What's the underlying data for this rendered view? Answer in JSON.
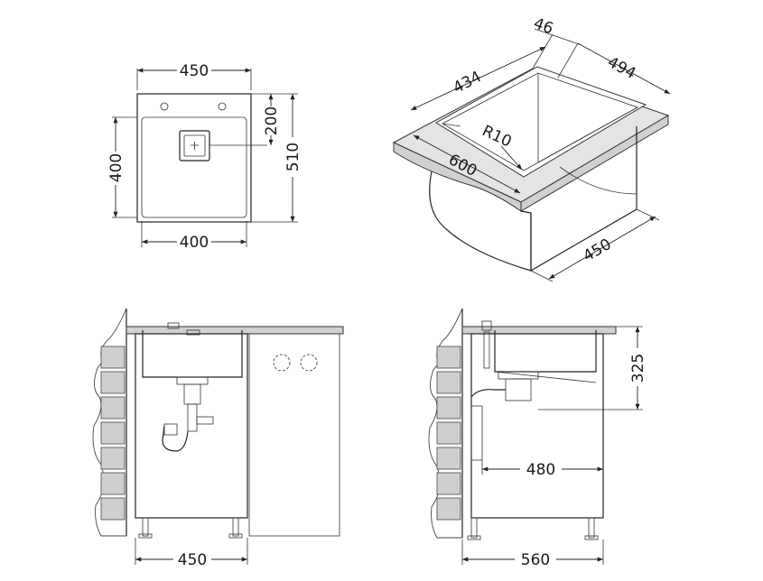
{
  "top_view": {
    "width_top": "450",
    "width_bottom": "400",
    "height_left": "400",
    "height_right": "510",
    "offset": "200"
  },
  "iso_view": {
    "lip": "46",
    "depth_back": "494",
    "inner": "434",
    "radius": "R10",
    "front_width": "600",
    "cabinet_depth": "450"
  },
  "front_view": {
    "cabinet_width": "450"
  },
  "side_view": {
    "height": "325",
    "drain_offset": "480",
    "cabinet_depth": "560"
  }
}
